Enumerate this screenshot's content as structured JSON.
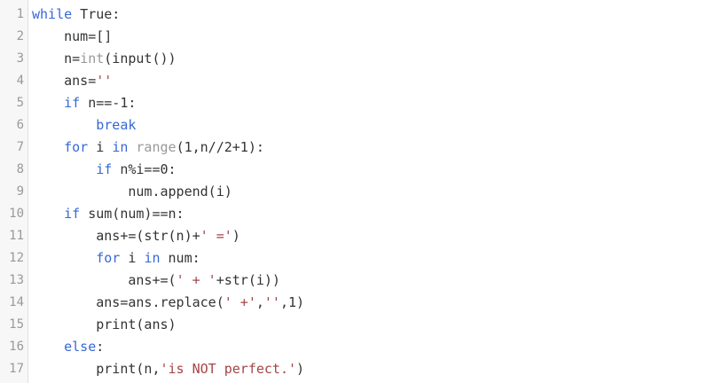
{
  "editor": {
    "lines": [
      {
        "num": "1",
        "tokens": [
          {
            "t": "while",
            "c": "kw"
          },
          {
            "t": " True:",
            "c": "txt"
          }
        ]
      },
      {
        "num": "2",
        "tokens": [
          {
            "t": "    num=[]",
            "c": "txt"
          }
        ]
      },
      {
        "num": "3",
        "tokens": [
          {
            "t": "    n=",
            "c": "txt"
          },
          {
            "t": "int",
            "c": "fn"
          },
          {
            "t": "(input())",
            "c": "txt"
          }
        ]
      },
      {
        "num": "4",
        "tokens": [
          {
            "t": "    ans=",
            "c": "txt"
          },
          {
            "t": "''",
            "c": "str"
          }
        ]
      },
      {
        "num": "5",
        "tokens": [
          {
            "t": "    ",
            "c": "txt"
          },
          {
            "t": "if",
            "c": "kw"
          },
          {
            "t": " n==-1:",
            "c": "txt"
          }
        ]
      },
      {
        "num": "6",
        "tokens": [
          {
            "t": "        ",
            "c": "txt"
          },
          {
            "t": "break",
            "c": "kw"
          }
        ]
      },
      {
        "num": "7",
        "tokens": [
          {
            "t": "    ",
            "c": "txt"
          },
          {
            "t": "for",
            "c": "kw"
          },
          {
            "t": " i ",
            "c": "txt"
          },
          {
            "t": "in",
            "c": "kw"
          },
          {
            "t": " ",
            "c": "txt"
          },
          {
            "t": "range",
            "c": "fn"
          },
          {
            "t": "(1,n//2+1):",
            "c": "txt"
          }
        ]
      },
      {
        "num": "8",
        "tokens": [
          {
            "t": "        ",
            "c": "txt"
          },
          {
            "t": "if",
            "c": "kw"
          },
          {
            "t": " n%i==0:",
            "c": "txt"
          }
        ]
      },
      {
        "num": "9",
        "tokens": [
          {
            "t": "            num.append(i)",
            "c": "txt"
          }
        ]
      },
      {
        "num": "10",
        "tokens": [
          {
            "t": "    ",
            "c": "txt"
          },
          {
            "t": "if",
            "c": "kw"
          },
          {
            "t": " sum(num)==n:",
            "c": "txt"
          }
        ]
      },
      {
        "num": "11",
        "tokens": [
          {
            "t": "        ans+=(str(n)+",
            "c": "txt"
          },
          {
            "t": "' ='",
            "c": "str"
          },
          {
            "t": ")",
            "c": "txt"
          }
        ]
      },
      {
        "num": "12",
        "tokens": [
          {
            "t": "        ",
            "c": "txt"
          },
          {
            "t": "for",
            "c": "kw"
          },
          {
            "t": " i ",
            "c": "txt"
          },
          {
            "t": "in",
            "c": "kw"
          },
          {
            "t": " num:",
            "c": "txt"
          }
        ]
      },
      {
        "num": "13",
        "tokens": [
          {
            "t": "            ans+=(",
            "c": "txt"
          },
          {
            "t": "' + '",
            "c": "str"
          },
          {
            "t": "+str(i))",
            "c": "txt"
          }
        ]
      },
      {
        "num": "14",
        "tokens": [
          {
            "t": "        ans=ans.replace(",
            "c": "txt"
          },
          {
            "t": "' +'",
            "c": "str"
          },
          {
            "t": ",",
            "c": "txt"
          },
          {
            "t": "''",
            "c": "str"
          },
          {
            "t": ",1)",
            "c": "txt"
          }
        ]
      },
      {
        "num": "15",
        "tokens": [
          {
            "t": "        print(ans)",
            "c": "txt"
          }
        ]
      },
      {
        "num": "16",
        "tokens": [
          {
            "t": "    ",
            "c": "txt"
          },
          {
            "t": "else",
            "c": "kw"
          },
          {
            "t": ":",
            "c": "txt"
          }
        ]
      },
      {
        "num": "17",
        "tokens": [
          {
            "t": "        print(n,",
            "c": "txt"
          },
          {
            "t": "'is NOT perfect.'",
            "c": "str"
          },
          {
            "t": ")",
            "c": "txt"
          }
        ]
      }
    ]
  },
  "colors": {
    "keyword": "#3668d6",
    "string": "#a44444",
    "builtin_fn": "#999999",
    "text": "#333333",
    "line_number": "#999999",
    "gutter_bg": "#f7f7f7"
  }
}
